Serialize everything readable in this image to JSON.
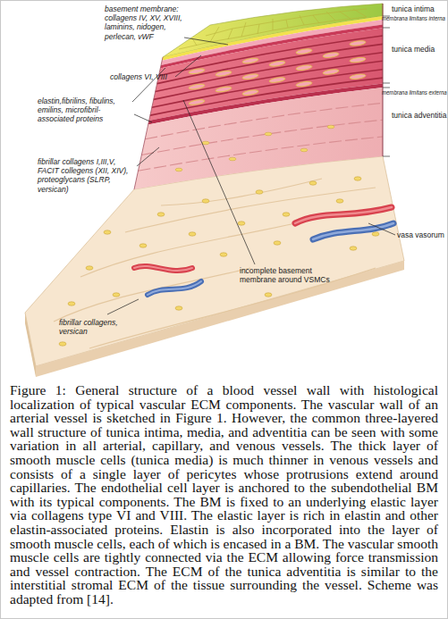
{
  "diagram": {
    "caption": "Figure 1: General structure of a blood vessel wall with histological localization of typical vascular ECM components. The vascular wall of an arterial vessel is sketched in Figure 1. However, the common three-layered wall structure of tunica intima, media, and adventitia can be seen with some variation in all arterial, capillary, and venous vessels. The thick layer of smooth muscle cells (tunica media) is much thinner in venous vessels and consists of a single layer of pericytes whose protrusions extend around capillaries. The endothelial cell layer is anchored to the subendothelial BM with its typical components. The BM is fixed to an underlying elastic layer via collagens type VI and VIII. The elastic layer is rich in elastin and other elastin-associated proteins. Elastin is also incorporated into the layer of smooth muscle cells, each of which is encased in a BM. The vascular smooth muscle cells are tightly connected via the ECM allowing force transmission and vessel contraction. The ECM of the tunica adventitia is similar to the interstitial stromal ECM of the tissue surrounding the vessel. Scheme was adapted from [14].",
    "labels": [
      "basement membrane: collagens IV, XV, XVIII, laminins, nidogen, perlecan, vWF",
      "tunica intima",
      "membrana limitans interna",
      "collagens VI, VIII",
      "tunica media",
      "elastin,fibrilins, fibulins, emilins, microfibril- associated proteins",
      "membrana limitans externa",
      "tunica adventitia",
      "fibrillar collagens I,III,V, FACIT collegens (XII, XIV), proteoglycans (SLRP, versican)",
      "vasa vasorum",
      "incomplete basement membrane around VSMCs",
      "fibrillar collagens, versican"
    ]
  }
}
